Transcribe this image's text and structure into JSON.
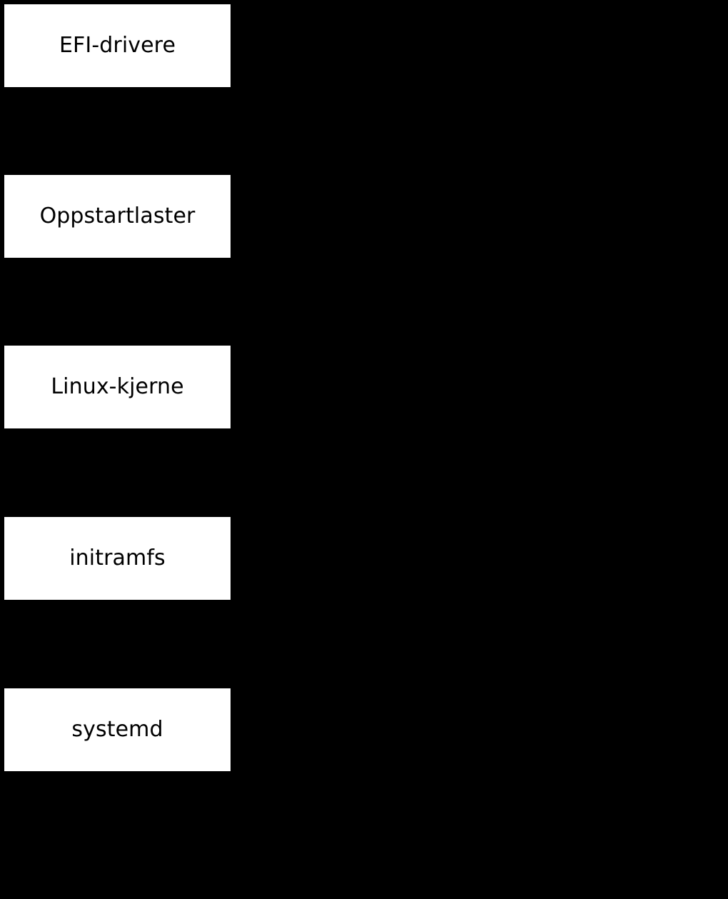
{
  "diagram": {
    "type": "vertical-flow",
    "background_color": "#000000",
    "box_fill_color": "#ffffff",
    "text_color": "#000000",
    "stages": [
      {
        "label": "EFI-drivere"
      },
      {
        "label": "Oppstartlaster"
      },
      {
        "label": "Linux-kjerne"
      },
      {
        "label": "initramfs"
      },
      {
        "label": "systemd"
      }
    ]
  }
}
